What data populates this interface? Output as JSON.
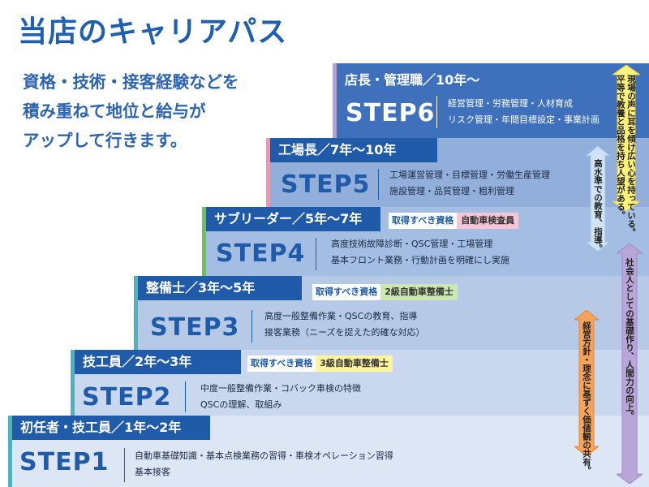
{
  "title": "当店のキャリアパス",
  "intro": {
    "line1": "資格・技術・接客経験などを",
    "line2": "積み重ねて地位と給与が",
    "line3": "アップして行きます。"
  },
  "qualification_label": "取得すべき資格",
  "steps": [
    {
      "role": "初任者・技工員／1年〜2年",
      "label": "STEP1",
      "desc1": "自動車基礎知識・基本点検業務の習得・車検オペレーション習得",
      "desc2": "基本接客",
      "qualification": ""
    },
    {
      "role": "技工員／2年〜3年",
      "label": "STEP2",
      "desc1": "中度一般整備作業・コバック車検の特徴",
      "desc2": "QSCの理解、取組み",
      "qualification": "3級自動車整備士"
    },
    {
      "role": "整備士／3年〜5年",
      "label": "STEP3",
      "desc1": "高度一般整備作業・QSCの教育、指導",
      "desc2": "接客業務（ニーズを捉えた的確な対応）",
      "qualification": "2級自動車整備士"
    },
    {
      "role": "サブリーダー／5年〜7年",
      "label": "STEP4",
      "desc1": "高度技術故障診断・QSC管理・工場管理",
      "desc2": "基本フロント業務・行動計画を明確にし実施",
      "qualification": "自動車検査員"
    },
    {
      "role": "工場長／7年〜10年",
      "label": "STEP5",
      "desc1": "工場運営管理・目標管理・労働生産管理",
      "desc2": "施設管理・品質管理・粗利管理",
      "qualification": ""
    },
    {
      "role": "店長・管理職／10年〜",
      "label": "STEP6",
      "desc1": "経営管理・労務管理・人材育成",
      "desc2": "リスク管理・年間目標設定・事業計画",
      "qualification": ""
    }
  ],
  "side_notes": {
    "yellow_line1": "現場の声に耳を傾け広い心を持っている。",
    "yellow_line2": "平等で教養と品格を持ち人望がある。",
    "blue": "高水準での教育、指導。",
    "purple": "社会人としての基礎作り、人間力の向上。",
    "orange": "経営方針・理念に基ずく価値観の共有。"
  },
  "colors": {
    "title": "#1f5fae",
    "step_header": "#1f5ba8",
    "step1_bg": "#dce6f4",
    "step2_bg": "#c9d8ee",
    "step3_bg": "#b6cae8",
    "step4_bg": "#a4bde2",
    "step5_bg": "#92afdc",
    "step6_bg": "#3f70bc",
    "accent_teal": "#4fb3b8",
    "accent_green": "#6fbf5b",
    "accent_pink": "#e79ab3",
    "accent_purple": "#b6a1d3",
    "qual_yellow": "#fff59d",
    "qual_green": "#cbe8b3",
    "qual_pink": "#f6c6d7",
    "arrow_yellow": "#fff27a",
    "arrow_blue": "#cfe3f6",
    "arrow_purple": "#b9a6d8",
    "arrow_orange": "#f5a35b"
  }
}
